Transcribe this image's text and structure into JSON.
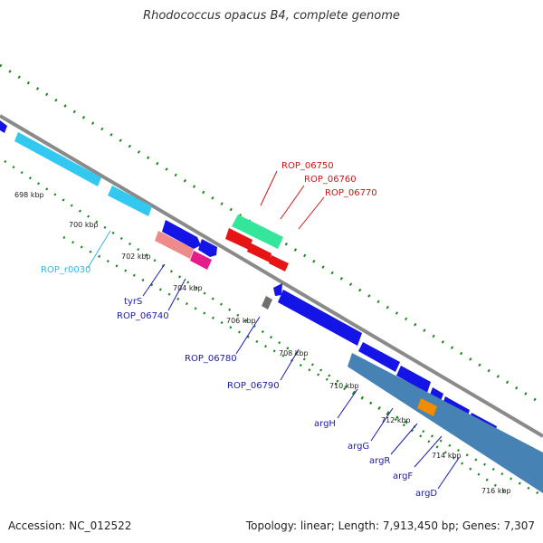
{
  "title": "Rhodococcus opacus B4, complete genome",
  "footer": {
    "accession": "Accession: NC_012522",
    "topology": "Topology: linear; Length: 7,913,450 bp; Genes: 7,307"
  },
  "colors": {
    "backbone": "#8a8a8a",
    "tick_dots": "#1a8a1a",
    "cds_blue": "#1414e6",
    "rna_cyan": "#33c8f0",
    "gene_steel": "#4682b4",
    "red": "#e61414",
    "green_mint": "#33e69a",
    "pink": "#ee8a8a",
    "magenta": "#e61c8a",
    "orange": "#f08c00",
    "grey": "#707070",
    "label_blue": "#1a1ab0",
    "label_cyan": "#33b8e6",
    "label_red": "#d01414"
  },
  "kbp_ticks": [
    "698 kbp",
    "700 kbp",
    "702 kbp",
    "704 kbp",
    "706 kbp",
    "708 kbp",
    "710 kbp",
    "712 kbp",
    "714 kbp",
    "716 kbp"
  ],
  "feature_labels": {
    "rop_r0030": "ROP_r0030",
    "tyrS": "tyrS",
    "rop_06740": "ROP_06740",
    "rop_06750": "ROP_06750",
    "rop_06760": "ROP_06760",
    "rop_06770": "ROP_06770",
    "rop_06780": "ROP_06780",
    "rop_06790": "ROP_06790",
    "argH": "argH",
    "argG": "argG",
    "argR": "argR",
    "argF": "argF",
    "argD": "argD"
  }
}
